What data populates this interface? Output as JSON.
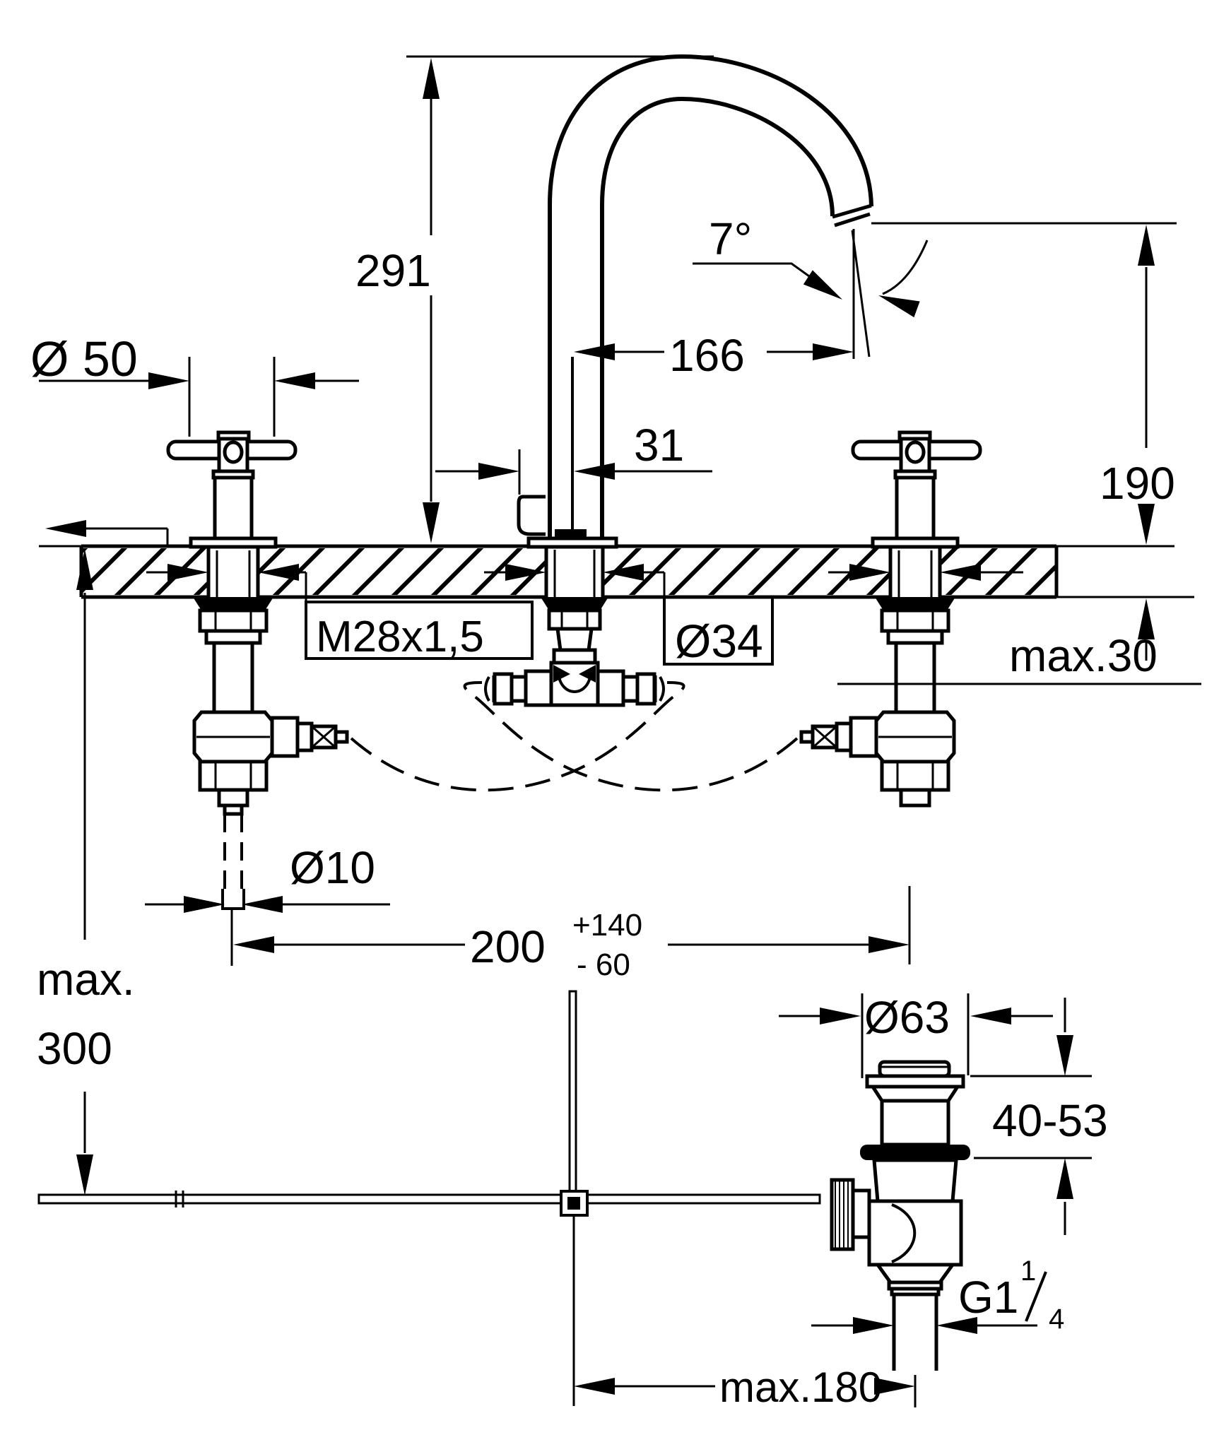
{
  "drawing": {
    "type": "faucet-installation-dimensional-drawing",
    "colors": {
      "line": "#000000",
      "background": "#ffffff"
    },
    "dims": {
      "height_291": "291",
      "angle_7deg": "7°",
      "reach_166": "166",
      "spout_width_31": "31",
      "outlet_height_190": "190",
      "handle_diameter": "Ø 50",
      "valve_thread": "M28x1,5",
      "hole_diameter": "Ø34",
      "deck_thickness": "max.30",
      "pipe_diameter": "Ø10",
      "valve_spacing": "200",
      "spacing_tol_plus": "+140",
      "spacing_tol_minus": "- 60",
      "install_depth_word": "max.",
      "install_depth_value": "300",
      "drain_flange_diameter": "Ø63",
      "drain_deck_range": "40-53",
      "drain_thread": {
        "label": "G1 1/4",
        "main": "G1",
        "sup": "1",
        "sub": "4"
      },
      "rod_reach": "max.180"
    }
  }
}
